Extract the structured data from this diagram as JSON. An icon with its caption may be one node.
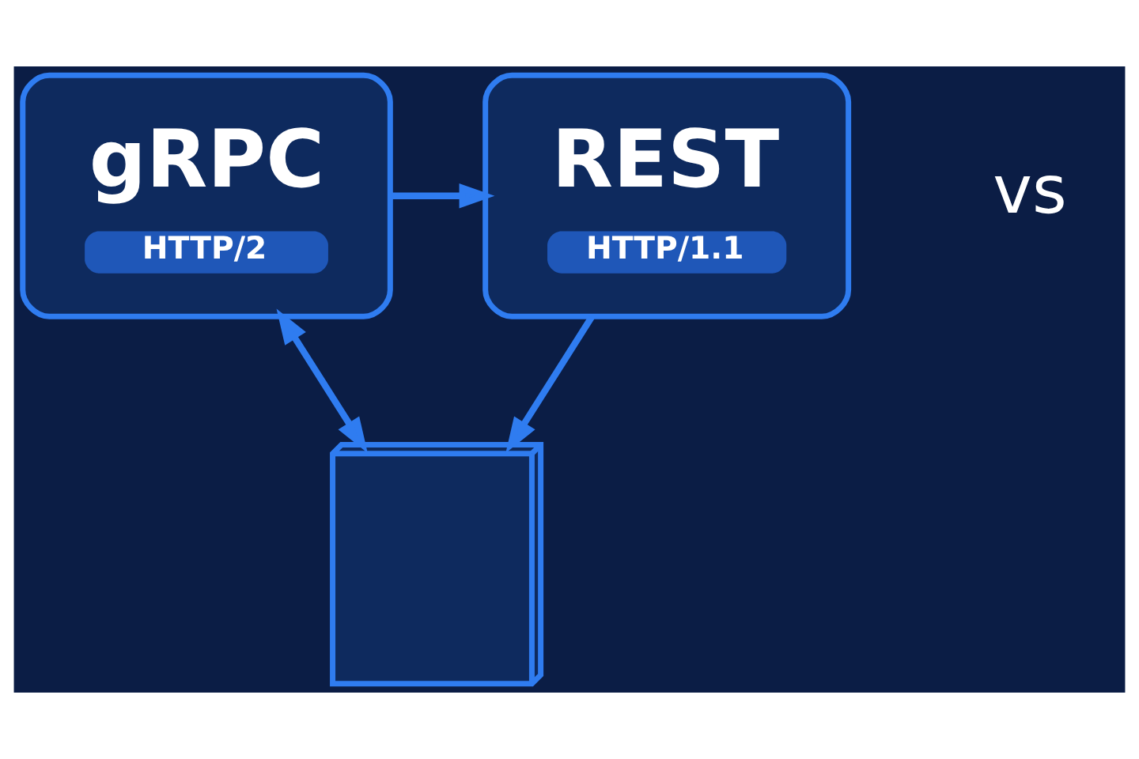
{
  "diagram": {
    "nodes": [
      {
        "text": [
          "gRPC",
          "HTTP/2"
        ]
      },
      {
        "text": [
          "REST",
          "HTTP/1.1"
        ]
      },
      {
        "text": [],
        "shape": "picture"
      }
    ],
    "edges": [
      {
        "from": 0,
        "to": 1,
        "arrow": "to"
      },
      {
        "from": 0,
        "to": 2,
        "arrow": "both"
      },
      {
        "from": 1,
        "to": 2,
        "arrow": "to"
      }
    ],
    "labels": [
      "vs"
    ]
  }
}
